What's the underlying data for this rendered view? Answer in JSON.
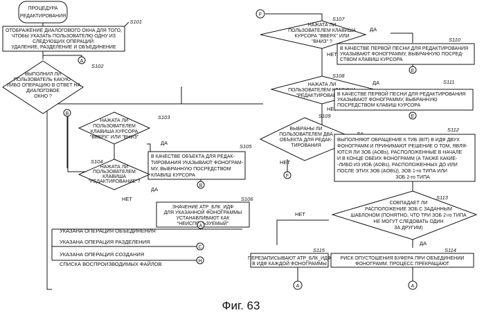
{
  "figure_caption": "Фиг. 63",
  "nodes": {
    "start": {
      "lines": [
        "ПРОЦЕДУРА",
        "РЕДАКТИРОВАНИЯ"
      ]
    },
    "s101": {
      "step": "S101",
      "lines": [
        "ОТОБРАЖЕНИЕ ДИАЛОГОВОГО ОКНА ДЛЯ ТОГО,",
        "ЧТОБЫ УКАЗАТЬ ПОЛЬЗОВАТЕЛЮ ОДНУ ИЗ",
        "СЛЕДУЮЩИХ ОПЕРАЦИЙ:",
        "УДАЛЕНИЕ, РАЗДЕЛЕНИЕ И ОБЪЕДИНЕНИЕ"
      ]
    },
    "s102": {
      "step": "S102",
      "lines": [
        "ВЫПОЛНИЛ ЛИ",
        "ПОЛЬЗОВАТЕЛЬ КАКУЮ-",
        "-ЛИБО ОПЕРАЦИЮ В ОТВЕТ НА",
        "ДИАЛОГОВОЕ",
        "ОКНО ?"
      ]
    },
    "s103": {
      "step": "S103",
      "lines": [
        "НАЖАТА ЛИ",
        "ПОЛЬЗОВАТЕЛЕМ",
        "КЛАВИША КУРСОРА",
        "\"ВВЕРХ\" ИЛИ \"ВНИЗ\""
      ]
    },
    "s104": {
      "step": "S104",
      "lines": [
        "НАЖАТА ЛИ",
        "ПОЛЬЗОВАТЕЛЕМ",
        "КЛАВИША",
        "\"РЕДАКТИРОВАНИЕ\"?"
      ]
    },
    "s105": {
      "step": "S105",
      "lines": [
        "В КАЧЕСТВЕ ОБЪЕКТА ДЛЯ РЕДАК-",
        "ТИРОВАНИЯ УКАЗЫВАЮТ ФОНОГРАМ-",
        "МУ, ВЫБРАННУЮ ПОСРЕДСТВОМ",
        "КЛАВИШ КУРСОРА"
      ]
    },
    "s106": {
      "step": "S106",
      "lines": [
        "ЗНАЧЕНИЕ ATP_БЛК_ИДФ",
        "ДЛЯ УКАЗАННОЙ ФОНОГРАММЫ",
        "УСТАНАВЛИВАЮТ КАК",
        "\"НЕИСПОЛЬЗУЕМЫЙ\""
      ]
    },
    "s107": {
      "step": "S107",
      "lines": [
        "НАЖАТА ЛИ",
        "ПОЛЬЗОВАТЕЛЕМ КЛАВИША",
        "КУРСОРА \"ВВЕРХ\" ИЛИ",
        "\"ВНИЗ\" ?"
      ]
    },
    "s108": {
      "step": "S108",
      "lines": [
        "НАЖАТА ЛИ",
        "ПОЛЬЗОВАТЕЛЕМ КЛАВИША",
        "\"РЕДАКТИРОВАНИЕ\"?"
      ]
    },
    "s109": {
      "step": "S109",
      "lines": [
        "ВЫБРАНЫ ЛИ",
        "ПОЛЬЗОВАТЕЛЕМ ДВА",
        "ОБЪЕКТА ДЛЯ РЕДАК-",
        "ТИРОВАНИЯ"
      ]
    },
    "s110": {
      "step": "S110",
      "lines": [
        "В КАЧЕСТВЕ ПЕРВОЙ ПЕСНИ ДЛЯ РЕДАКТИРОВАНИЯ",
        "УКАЗЫВАЮТ ФОНОГРАММУ, ВЫБРАННУЮ ПОСРЕД-",
        "СТВОМ КЛАВИШ КУРСОРА"
      ]
    },
    "s111": {
      "step": "S111",
      "lines": [
        "В КАЧЕСТВЕ ПЕРВОЙ ПЕСНИ ДЛЯ РЕДАКТИРОВАНИЯ",
        "УКАЗЫВАЮТ ФОНОГРАММУ, ВЫБРАННУЮ",
        "ПОСРЕДСТВОМ КЛАВИШ КУРСОРА"
      ]
    },
    "s112": {
      "step": "S112",
      "lines": [
        "ВЫПОЛНЯЮТ ОБРАЩЕНИЕ К ТИБ (BIT) В ИДФ ДВУХ",
        "ФОНОГРАММ И ПРИНИМАЮТ РЕШЕНИЕ О ТОМ, ЯВЛЯ-",
        "ЮТСЯ ЛИ ЗОБ (AOBs), РАСПОЛОЖЕННЫЕ В НАЧАЛЕ",
        "И В КОНЦЕ ОБЕИХ ФОНОГРАММ  (А ТАКЖЕ КАКИЕ-",
        "-ЛИБО ИЗ ИОБ (AOBs), РАСПОЛОЖЕННЫХ ДО ИЛИ",
        "ПОСЛЕ ЭТИХ ЗОБ (AOBs)),  ЗОБ 1-го ТИПА ИЛИ",
        "ЗОБ 2-го ТИПА"
      ]
    },
    "s113": {
      "step": "S113",
      "lines": [
        "СОВПАДАЕТ ЛИ",
        "РАСПОЛОЖЕНИЕ ЗОБ С ЗАДАННЫМ",
        "ШАБЛОНОМ (ПОНЯТНО, ЧТО ТРИ ЗОБ 2-го ТИПА",
        "НЕ МОГУТ СЛЕДОВАТЬ ОДИН",
        "ЗА ДРУГИМ)"
      ]
    },
    "s114": {
      "step": "S114",
      "lines": [
        "РИСК ОПУСТОШЕНИЯ БУФЕРА ПРИ ОБЪЕДИНЕНИИ",
        "ФОНОГРАММ. ПРОЦЕСС ПРЕКРАЩАЮТ"
      ]
    },
    "s115": {
      "step": "S115",
      "lines": [
        "ПЕРЕЗАПИСЫВАЮТ ATP_БЛК_ИДФ",
        "В ИДФ КАЖДОЙ ФОНОГРАММЫ"
      ]
    }
  },
  "edge_labels": {
    "yes": "ДА",
    "no": "НЕТ"
  },
  "operations": {
    "merge": "УКАЗАНА ОПЕРАЦИЯ ОБЪЕДИНЕНИЯ",
    "split": "УКАЗАНА ОПЕРАЦИЯ РАЗДЕЛЕНИЯ",
    "create": "УКАЗАНА ОПЕРАЦИЯ СОЗДАНИЯ",
    "create_cont": "СПИСКА ВОСПРОИЗВОДИМЫХ ФАЙЛОВ"
  },
  "connectors": {
    "a": "A",
    "b": "B",
    "c": "C",
    "e": "E",
    "f": "F",
    "h": "H"
  }
}
